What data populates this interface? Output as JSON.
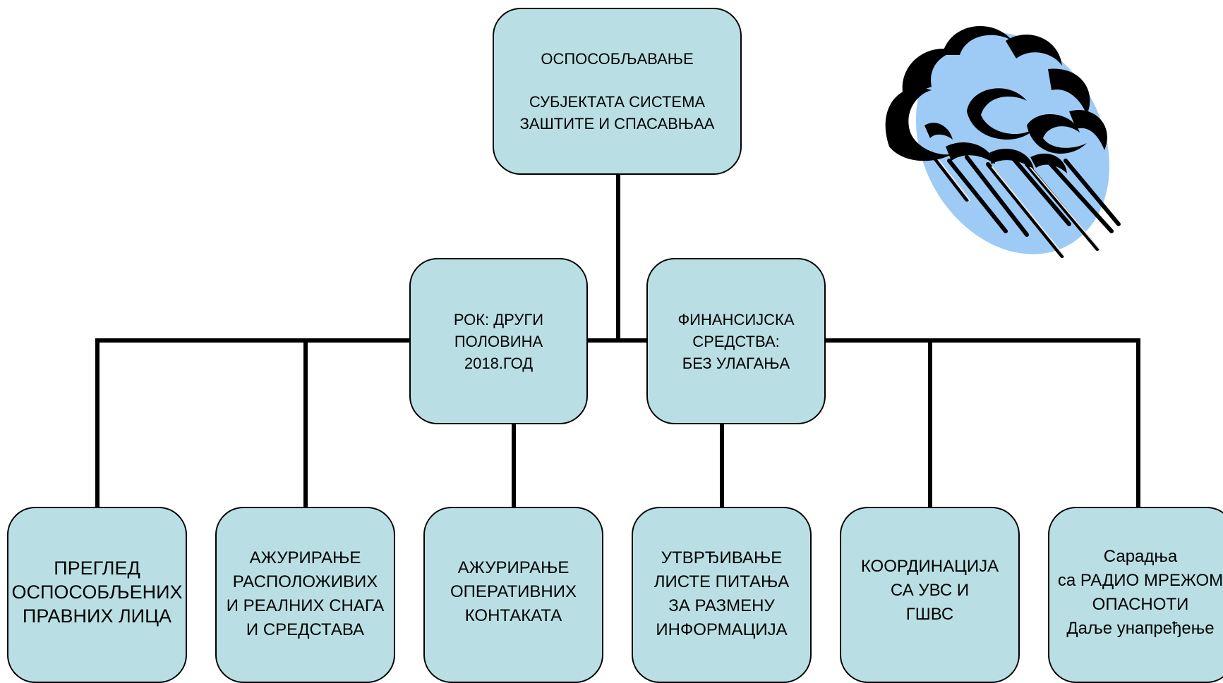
{
  "top": {
    "line1": "ОСПОСОБЉАВАЊЕ",
    "line2": "СУБЈЕКТАТА СИСТЕМА",
    "line3": "ЗАШТИТЕ И СПАСАВЊАА"
  },
  "middle": {
    "deadline": [
      "РОК: ДРУГИ",
      "ПОЛОВИНА",
      "2018.ГОД"
    ],
    "finance": [
      "ФИНАНСИЈСКА",
      "СРЕДСТВА:",
      "БЕЗ УЛАГАЊА"
    ]
  },
  "bottom": [
    [
      "ПРЕГЛЕД",
      "ОСПОСОБЉЕНИХ",
      "ПРАВНИХ ЛИЦА"
    ],
    [
      "АЖУРИРАЊЕ",
      "РАСПОЛОЖИВИХ",
      "И РЕАЛНИХ СНАГА",
      "И СРЕДСТАВА"
    ],
    [
      "АЖУРИРАЊЕ",
      "ОПЕРАТИВНИХ",
      "КОНТАКАТА"
    ],
    [
      "УТВРЂИВАЊЕ",
      "ЛИСТЕ  ПИТАЊА",
      "ЗА РАЗМЕНУ",
      "ИНФОРМАЦИЈА"
    ],
    [
      "КООРДИНАЦИЈА",
      "СА УВС И",
      "ГШВС"
    ],
    [
      "Сарадња",
      "са  РАДИО МРЕЖОМ",
      "ОПАСНОТИ",
      "Даље унапређење"
    ]
  ],
  "colors": {
    "box_fill": "#b9dfe4",
    "cloud_fill": "#9ecbf5",
    "line": "#000000"
  },
  "icon": "rain-cloud-icon"
}
